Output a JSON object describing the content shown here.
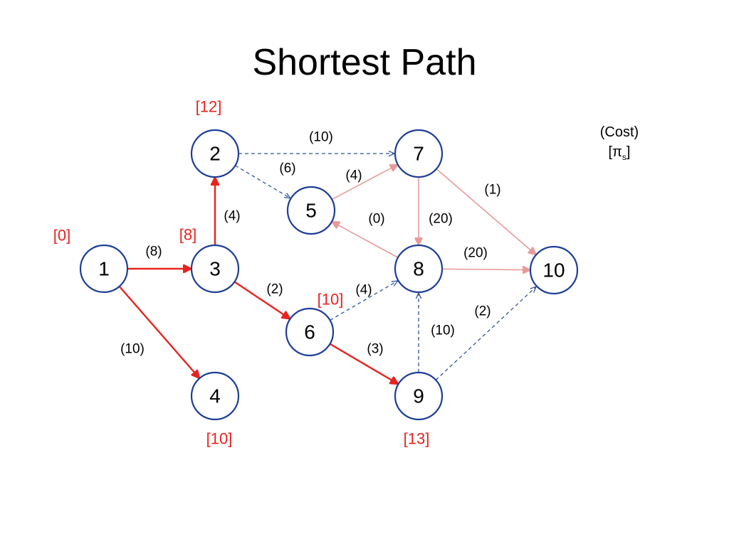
{
  "title": "Shortest Path",
  "legend": {
    "cost": "(Cost)",
    "potential_open": "[",
    "potential_symbol": "π",
    "potential_sub": "s",
    "potential_close": "]"
  },
  "colors": {
    "node_stroke": "#1f3f96",
    "tree_edge": "#e8231f",
    "relaxed_edge": "#e89a9a",
    "unused_edge": "#2f5597",
    "distance_label": "#e8231f"
  },
  "nodes": [
    {
      "id": "1",
      "label": "1",
      "distance": "[0]"
    },
    {
      "id": "2",
      "label": "2",
      "distance": "[12]"
    },
    {
      "id": "3",
      "label": "3",
      "distance": "[8]"
    },
    {
      "id": "4",
      "label": "4",
      "distance": "[10]"
    },
    {
      "id": "5",
      "label": "5",
      "distance": ""
    },
    {
      "id": "6",
      "label": "6",
      "distance": "[10]"
    },
    {
      "id": "7",
      "label": "7",
      "distance": ""
    },
    {
      "id": "8",
      "label": "8",
      "distance": ""
    },
    {
      "id": "9",
      "label": "9",
      "distance": "[13]"
    },
    {
      "id": "10",
      "label": "10",
      "distance": ""
    }
  ],
  "edges": [
    {
      "from": "1",
      "to": "3",
      "cost": "(8)",
      "style": "tree"
    },
    {
      "from": "1",
      "to": "4",
      "cost": "(10)",
      "style": "tree"
    },
    {
      "from": "3",
      "to": "2",
      "cost": "(4)",
      "style": "tree"
    },
    {
      "from": "3",
      "to": "6",
      "cost": "(2)",
      "style": "tree"
    },
    {
      "from": "6",
      "to": "9",
      "cost": "(3)",
      "style": "tree"
    },
    {
      "from": "2",
      "to": "7",
      "cost": "(10)",
      "style": "unused"
    },
    {
      "from": "2",
      "to": "5",
      "cost": "(6)",
      "style": "unused"
    },
    {
      "from": "6",
      "to": "8",
      "cost": "(4)",
      "style": "unused"
    },
    {
      "from": "9",
      "to": "8",
      "cost": "(10)",
      "style": "unused"
    },
    {
      "from": "9",
      "to": "10",
      "cost": "(2)",
      "style": "unused"
    },
    {
      "from": "5",
      "to": "7",
      "cost": "(4)",
      "style": "relaxed"
    },
    {
      "from": "8",
      "to": "5",
      "cost": "(0)",
      "style": "relaxed"
    },
    {
      "from": "7",
      "to": "8",
      "cost": "(20)",
      "style": "relaxed"
    },
    {
      "from": "7",
      "to": "10",
      "cost": "(1)",
      "style": "relaxed"
    },
    {
      "from": "8",
      "to": "10",
      "cost": "(20)",
      "style": "relaxed"
    }
  ]
}
